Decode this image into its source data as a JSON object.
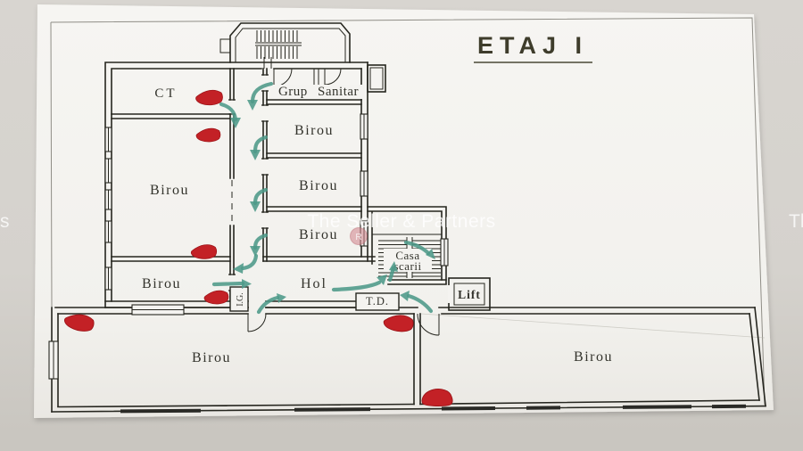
{
  "title": "ETAJ I",
  "watermark": {
    "center": "The Seller & Partners",
    "left_partial": "rs",
    "right_partial": "Th",
    "registered_mark": "R"
  },
  "rooms": {
    "ct": "CT",
    "grup_sanitar": "Grup Sanitar",
    "birou_right_top": "Birou",
    "birou_right_middle": "Birou",
    "birou_right_bottom": "Birou",
    "birou_left_large": "Birou",
    "birou_left_small": "Birou",
    "birou_bottom_left": "Birou",
    "birou_bottom_right": "Birou",
    "hol": "Hol",
    "casa_scarii_line1": "Casa",
    "casa_scarii_line2": "scarii",
    "lift": "Lift",
    "panel_td": "T.D.",
    "panel_ig": "I.G."
  },
  "colors": {
    "evacuation_arrow": "#4E9A89",
    "extinguisher_marker": "#C32126"
  }
}
